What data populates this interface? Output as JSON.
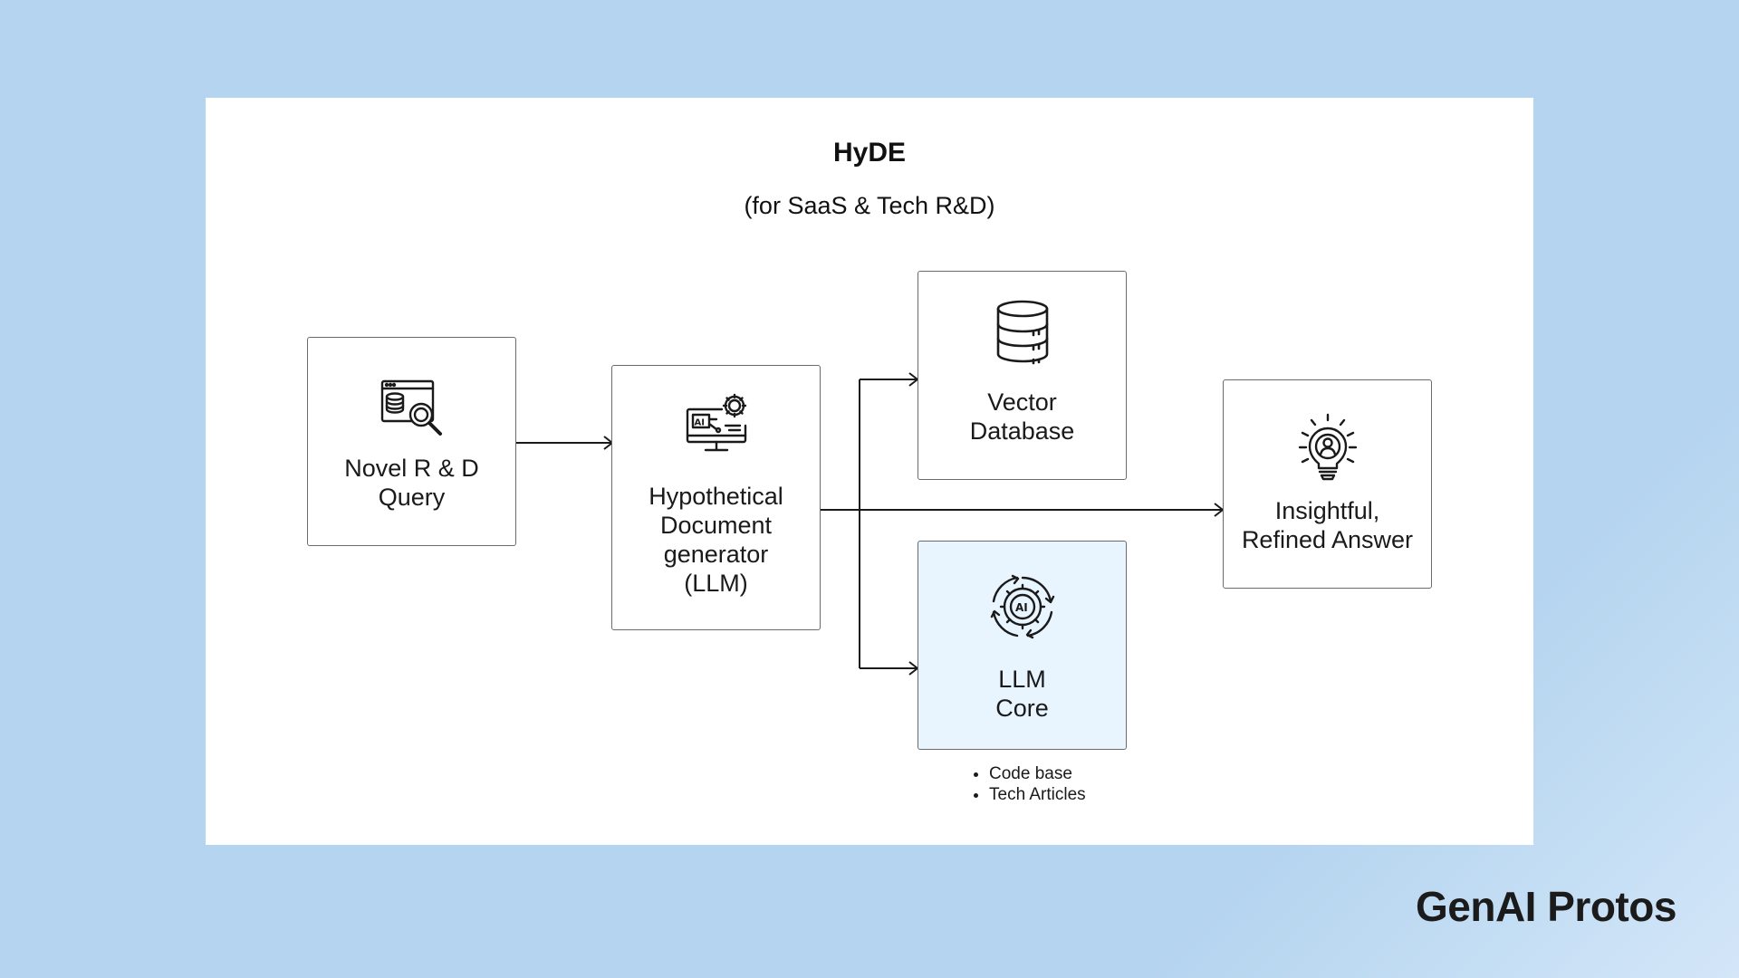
{
  "diagram": {
    "title": "HyDE",
    "subtitle": "(for SaaS & Tech R&D)",
    "nodes": {
      "query": {
        "lines": [
          "Novel R & D",
          "Query"
        ],
        "icon": "database-search-icon"
      },
      "generator": {
        "lines": [
          "Hypothetical",
          "Document",
          "generator",
          "(LLM)"
        ],
        "icon": "ai-monitor-gear-icon"
      },
      "vector_db": {
        "lines": [
          "Vector",
          "Database"
        ],
        "icon": "database-icon"
      },
      "llm_core": {
        "lines": [
          "LLM",
          "Core"
        ],
        "icon": "ai-cycle-gear-icon",
        "fill": "#e8f4fe"
      },
      "answer": {
        "lines": [
          "Insightful,",
          "Refined Answer"
        ],
        "icon": "lightbulb-person-icon"
      }
    },
    "llm_core_sources": [
      "Code base",
      "Tech Articles"
    ],
    "edges": [
      [
        "query",
        "generator"
      ],
      [
        "generator",
        "vector_db"
      ],
      [
        "generator",
        "llm_core"
      ],
      [
        "generator",
        "answer"
      ]
    ]
  },
  "brand": {
    "name": "GenAI Protos"
  },
  "colors": {
    "background": "#b5d4ef",
    "panel": "#ffffff",
    "tinted_node": "#e8f4fe",
    "stroke": "#1a1a1a"
  }
}
